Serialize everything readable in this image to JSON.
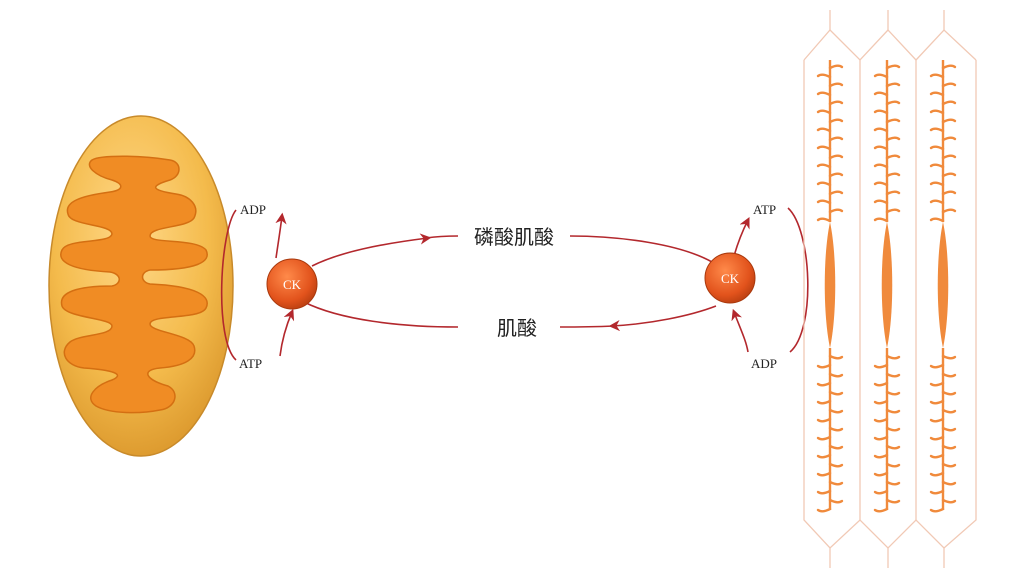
{
  "labels": {
    "left_top": "ADP",
    "left_bottom": "ATP",
    "right_top": "ATP",
    "right_bottom": "ADP",
    "enzyme_left": "CK",
    "enzyme_right": "CK",
    "top_flow": "磷酸肌酸",
    "bottom_flow": "肌酸"
  },
  "colors": {
    "arrow": "#b3282d",
    "enzyme": "#e0521c",
    "mito_outer": "#f2b84a",
    "mito_inner": "#f08c24",
    "myofibril": "#f08a3c",
    "sarcomere_outline": "#f1c9b5"
  }
}
